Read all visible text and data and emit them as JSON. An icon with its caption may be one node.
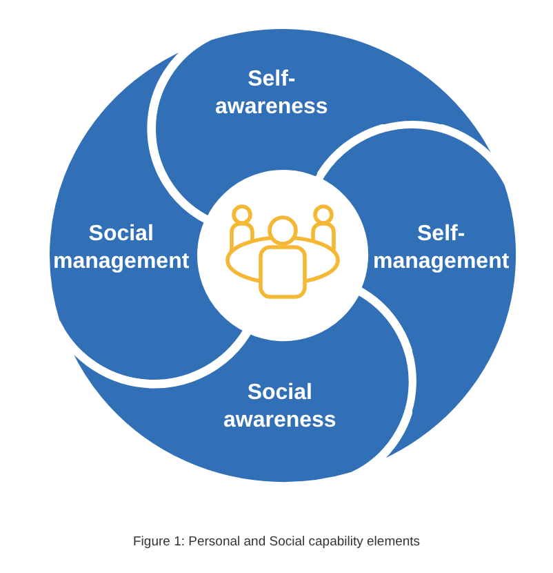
{
  "diagram": {
    "caption": "Figure 1: Personal and Social capability elements",
    "nodes": [
      {
        "text": [
          "Self-awareness"
        ]
      },
      {
        "text": [
          "Social management"
        ]
      },
      {
        "text": [
          "Self-management"
        ]
      },
      {
        "text": [
          "Social awareness"
        ]
      }
    ]
  }
}
